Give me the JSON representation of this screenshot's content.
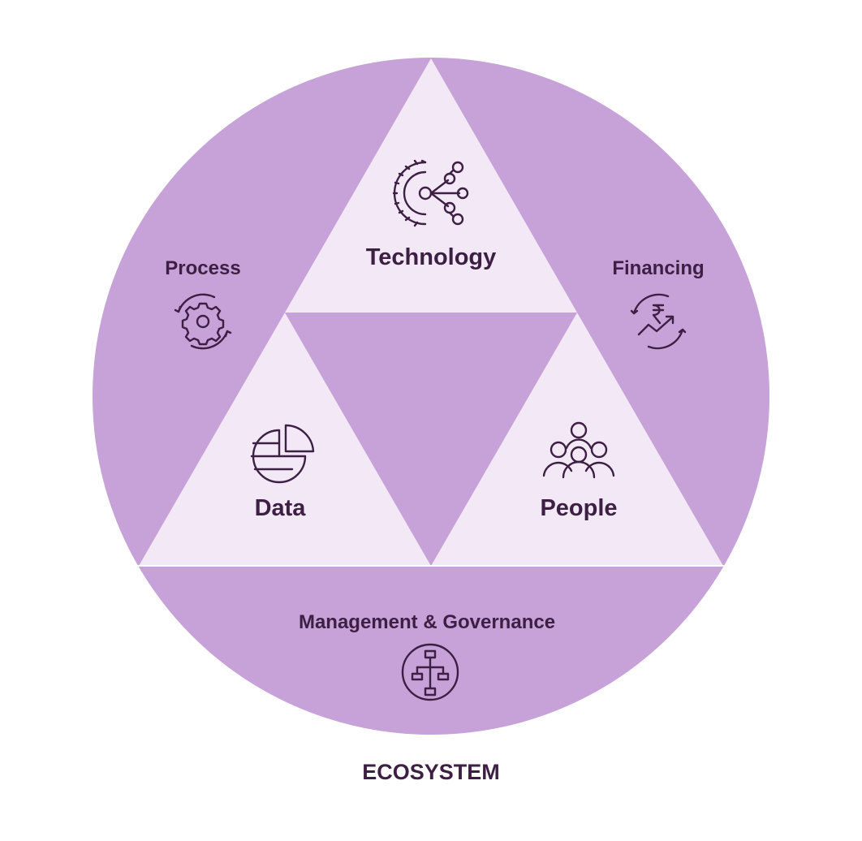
{
  "colors": {
    "circle": "#c6a2d8",
    "triangle": "#f3e9f6",
    "text": "#3d1f44"
  },
  "labels": {
    "technology": "Technology",
    "data": "Data",
    "people": "People",
    "process": "Process",
    "financing": "Financing",
    "governance": "Management & Governance",
    "ecosystem": "ECOSYSTEM"
  },
  "icons": {
    "technology": "gear-network-icon",
    "data": "pie-chart-icon",
    "people": "group-icon",
    "process": "gear-cycle-icon",
    "financing": "rupee-growth-icon",
    "governance": "org-chart-icon"
  }
}
